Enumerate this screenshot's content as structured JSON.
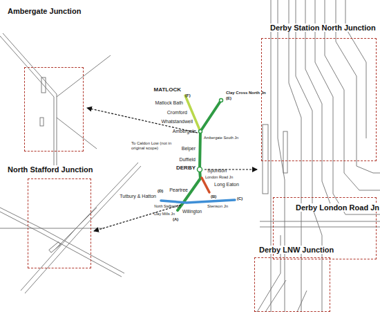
{
  "diagram": {
    "nodes": [
      {
        "text": [
          "Ambergate Junction"
        ]
      },
      {
        "text": [
          "Derby Station North Junction"
        ]
      },
      {
        "text": [
          "Derby London Road Jn"
        ]
      },
      {
        "text": [
          "North Stafford Junction"
        ]
      },
      {
        "text": [
          "Derby LNW Junction"
        ]
      }
    ],
    "labels": [
      "MATLOCK",
      "(F)",
      "Matlock Bath",
      "Cromford",
      "Whatstandwell",
      "Ambergate",
      "Ambergate South Jn",
      "Clay Cross North Jn",
      "(E)",
      "Belper",
      "Duffield",
      "To Caldon Low (not in original scope)",
      "DERBY",
      "Spondon",
      "London Road Jn",
      "Long Eaton",
      "(B)",
      "Peartree",
      "Tutbury & Hatton",
      "(D)",
      "Stenson Jn",
      "(C)",
      "North Stafford Jn",
      "Willington",
      "Clay Mills Jn",
      "(A)"
    ]
  }
}
